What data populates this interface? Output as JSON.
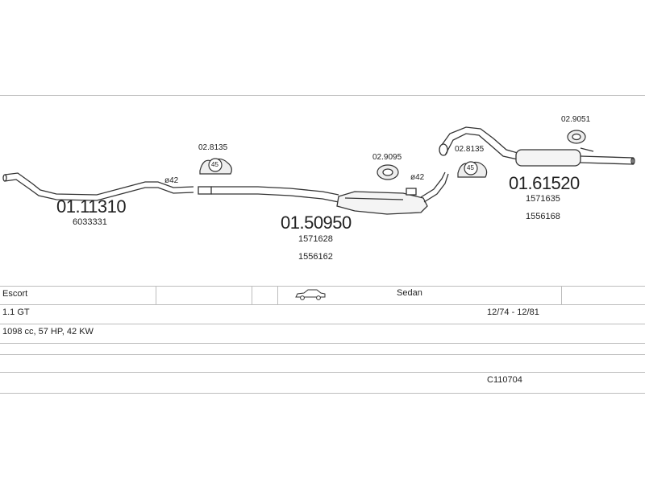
{
  "parts": {
    "front_pipe": {
      "number": "01.11310",
      "oem": [
        "6033331"
      ],
      "diameter": "ø42"
    },
    "middle_silencer": {
      "number": "01.50950",
      "oem": [
        "1571628",
        "1556162"
      ],
      "diameter": "ø42"
    },
    "rear_silencer": {
      "number": "01.61520",
      "oem": [
        "1571635",
        "1556168"
      ]
    },
    "clamps": [
      {
        "number": "02.8135",
        "size": "45"
      },
      {
        "number": "02.8135",
        "size": "45"
      }
    ],
    "hangers": [
      {
        "number": "02.9095"
      },
      {
        "number": "02.9051"
      }
    ]
  },
  "vehicle": {
    "model": "Escort",
    "body_icon": "sedan-car-icon",
    "body_type": "Sedan",
    "version": "1.1 GT",
    "production": "12/74 - 12/81",
    "engine": "1098 cc, 57 HP, 42 KW",
    "system_code": "C110704"
  }
}
